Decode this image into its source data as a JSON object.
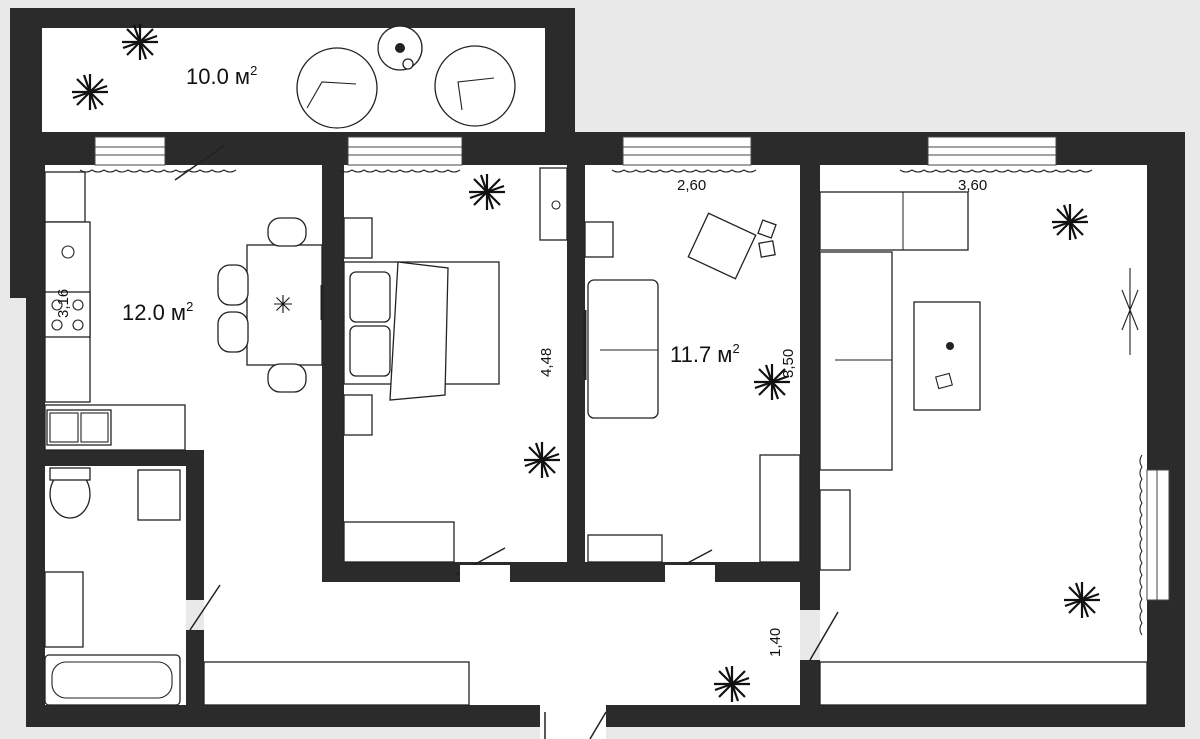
{
  "plan": {
    "rooms": [
      {
        "id": "balcony",
        "area": "10.0 м",
        "sup": "2"
      },
      {
        "id": "kitchen",
        "area": "12.0 м",
        "sup": "2"
      },
      {
        "id": "room-middle",
        "area": "11.7 м",
        "sup": "2"
      }
    ],
    "dimensions": {
      "kitchen_width": "3,16",
      "bedroom_length": "4,48",
      "room_middle_width": "2,60",
      "room_middle_length": "3,50",
      "living_width": "3,60",
      "hall_width": "1,40"
    },
    "icons": {
      "plant": "potted-plant-icon",
      "chair": "armchair-icon",
      "sink": "sink-icon",
      "toilet": "toilet-icon",
      "bathtub": "bathtub-icon",
      "stove": "stove-icon"
    },
    "colors": {
      "wall": "#2b2b2b",
      "floor": "#ffffff",
      "background": "#e9e9e9"
    }
  }
}
